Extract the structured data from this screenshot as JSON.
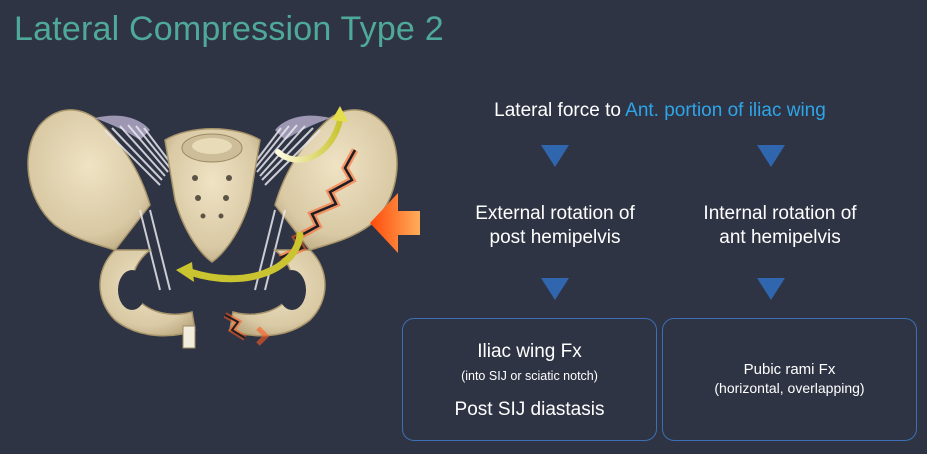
{
  "title": "Lateral Compression Type 2",
  "headline": {
    "prefix": "Lateral force to ",
    "highlight": "Ant. portion of iliac wing"
  },
  "left_branch": {
    "line1": "External rotation of",
    "line2": "post hemipelvis",
    "box": {
      "main": "Iliac wing Fx",
      "sub": "(into SIJ or sciatic notch)",
      "main2": "Post SIJ diastasis"
    }
  },
  "right_branch": {
    "line1": "Internal rotation of",
    "line2": "ant hemipelvis",
    "box": {
      "main": "Pubic rami Fx",
      "sub": "(horizontal, overlapping)"
    }
  },
  "colors": {
    "title": "#4fa99a",
    "highlight": "#2ea5e8",
    "triangle": "#2f66ae",
    "box_border": "#3c6fb3",
    "force_arrow": "#f26a1b",
    "fracture": "#ff5a1f"
  },
  "icons": [
    "pelvis-illustration",
    "force-arrow-icon",
    "rotation-arrow-icon",
    "down-triangle-icon"
  ]
}
